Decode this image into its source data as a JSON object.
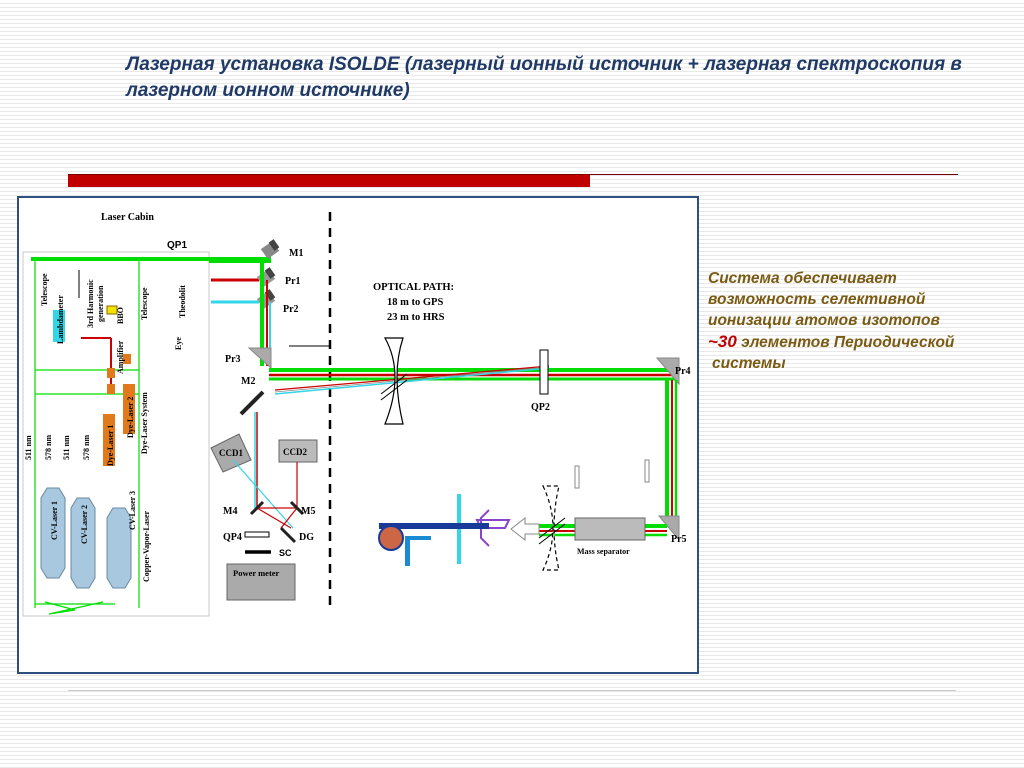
{
  "slide": {
    "title": "Лазерная установка ISOLDE (лазерный ионный источник + лазерная спектроскопия в лазерном ионном источнике)",
    "note": {
      "line1": "Система обеспечивает",
      "line2": "возможность селективной",
      "line3": "ионизации атомов изотопов",
      "accent": "~30",
      "line4_rest": " элементов Периодической",
      "line5": "системы"
    },
    "colors": {
      "title": "#1f3a66",
      "accent_bar": "#c00000",
      "note_text": "#7a5a12",
      "note_accent": "#c00000",
      "frame": "#2f4f7f",
      "beam_green": "#00dd00",
      "beam_red": "#cc0000",
      "beam_cyan": "#33d6e6"
    }
  },
  "diagram": {
    "laser_cabin": "Laser Cabin",
    "qp1": "QP1",
    "m1": "M1",
    "pr1": "Pr1",
    "pr2": "Pr2",
    "pr3": "Pr3",
    "m2": "M2",
    "pr4": "Pr4",
    "pr5": "Pr5",
    "qp2": "QP2",
    "ccd1": "CCD1",
    "ccd2": "CCD2",
    "m4": "M4",
    "m5": "M5",
    "qp4": "QP4",
    "dg": "DG",
    "sc": "SC",
    "power_meter": "Power meter",
    "mass_separator": "Mass separator",
    "optical_path": {
      "title": "OPTICAL PATH:",
      "line1": "18 m  to GPS",
      "line2": "23 m  to HRS"
    },
    "vertical_labels": {
      "telescope_left": "Telescope",
      "lambdameter": "Lambdameter",
      "harmonic": "3rd Harmonic",
      "generation": "generation",
      "bbo": "BBO",
      "amplifier": "Amplifier",
      "telescope_right": "Telescope",
      "theodolit": "Theodolit",
      "eye": "Eye",
      "dye_laser_1": "Dye-Laser 1",
      "dye_laser_2": "Dye-Laser 2",
      "dye_laser_system": "Dye-Laser System",
      "nm511_a": "511 nm",
      "nm578_a": "578 nm",
      "nm511_b": "511 nm",
      "nm578_b": "578 nm",
      "cv_laser_1": "CV-Laser 1",
      "cv_laser_2": "CV-Laser 2",
      "cv_laser_3": "CV-Laser 3",
      "copper_vapor": "Copper-Vapor-Laser"
    }
  }
}
